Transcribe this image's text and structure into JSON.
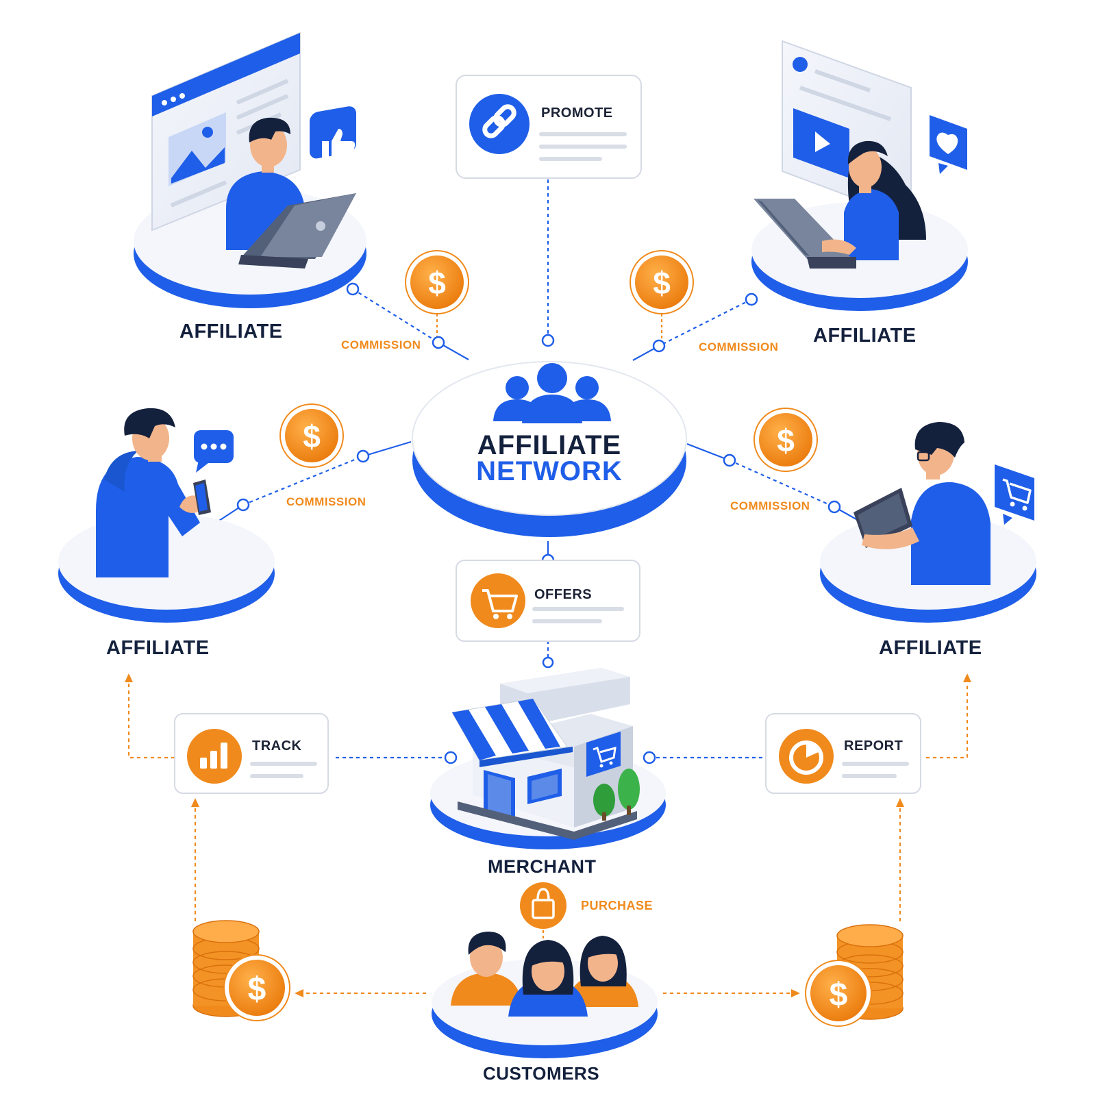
{
  "hub": {
    "line1": "AFFILIATE",
    "line2": "NETWORK"
  },
  "affiliates": [
    {
      "label": "AFFILIATE",
      "device": "laptop",
      "badge": "thumbs-up-icon"
    },
    {
      "label": "AFFILIATE",
      "device": "laptop",
      "badge": "heart-icon"
    },
    {
      "label": "AFFILIATE",
      "device": "smartphone",
      "badge": "chat-icon"
    },
    {
      "label": "AFFILIATE",
      "device": "laptop",
      "badge": "cart-icon"
    }
  ],
  "commission_labels": [
    "COMMISSION",
    "COMMISSION",
    "COMMISSION",
    "COMMISSION"
  ],
  "cards": {
    "promote": {
      "title": "PROMOTE",
      "icon": "link-icon"
    },
    "offers": {
      "title": "OFFERS",
      "icon": "cart-icon"
    },
    "track": {
      "title": "TRACK",
      "icon": "bar-chart-icon"
    },
    "report": {
      "title": "REPORT",
      "icon": "pie-chart-icon"
    }
  },
  "merchant": {
    "label": "MERCHANT"
  },
  "purchase": {
    "label": "PURCHASE"
  },
  "customers": {
    "label": "CUSTOMERS"
  },
  "colors": {
    "primary_blue": "#1f5ee8",
    "accent_orange": "#f08a1c",
    "dark_text": "#14213d",
    "platform_top": "#f3f5fa",
    "card_border": "#d6dae3"
  }
}
